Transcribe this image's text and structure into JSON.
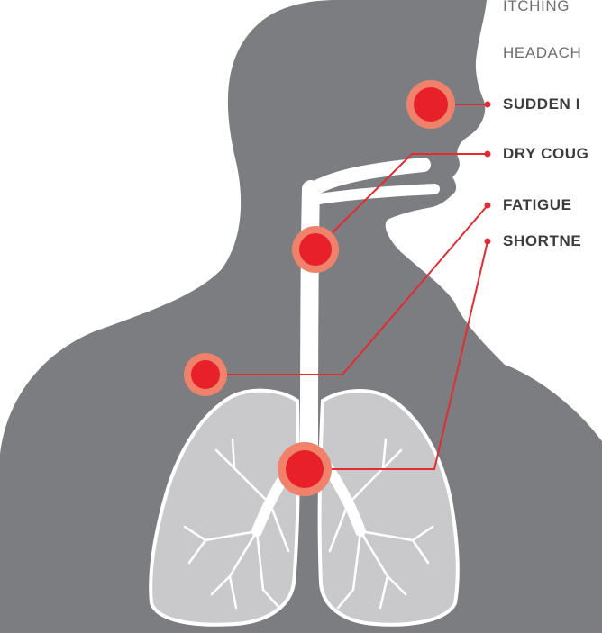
{
  "symptoms": [
    {
      "label": "ITCHING",
      "style": "muted"
    },
    {
      "label": "HEADACH",
      "style": "muted"
    },
    {
      "label": "SUDDEN I",
      "style": "bold"
    },
    {
      "label": "DRY COUG",
      "style": "bold"
    },
    {
      "label": "FATIGUE",
      "style": "bold"
    },
    {
      "label": "SHORTNE",
      "style": "bold"
    }
  ],
  "colors": {
    "body": "#7c7d80",
    "lungs": "#c9c9cb",
    "airway": "#ffffff",
    "marker_core": "#e8202a",
    "marker_halo": "#f0826b",
    "leader_line": "#e32b31",
    "text_muted": "#6f6f6f",
    "text_bold": "#3c3c3c"
  }
}
